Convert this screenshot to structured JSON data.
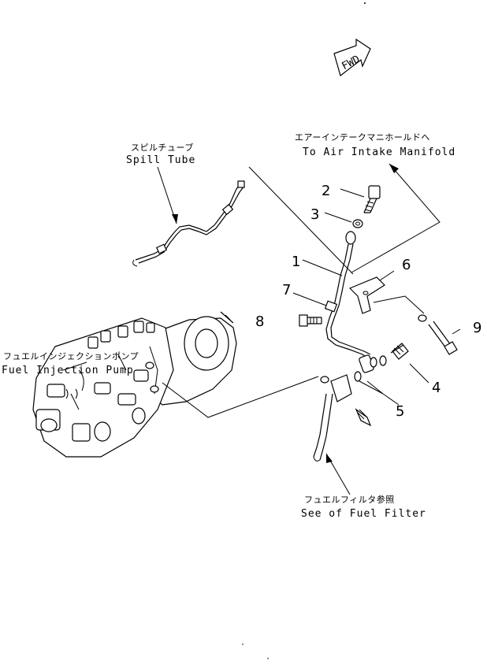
{
  "fwd_label": "FWD",
  "labels": {
    "air_intake_jp": "エアーインテークマニホールドへ",
    "air_intake_en": "To Air Intake Manifold",
    "spill_tube_jp": "スピルチューブ",
    "spill_tube_en": "Spill Tube",
    "fuel_pump_jp": "フュエルインジェクションポンプ",
    "fuel_pump_en": "Fuel Injection Pump",
    "fuel_filter_jp": "フュエルフィルタ参照",
    "fuel_filter_en": "See of Fuel Filter"
  },
  "part_numbers": {
    "p1": "1",
    "p2": "2",
    "p3": "3",
    "p4": "4",
    "p5": "5",
    "p6": "6",
    "p7": "7",
    "p8": "8",
    "p9": "9"
  }
}
